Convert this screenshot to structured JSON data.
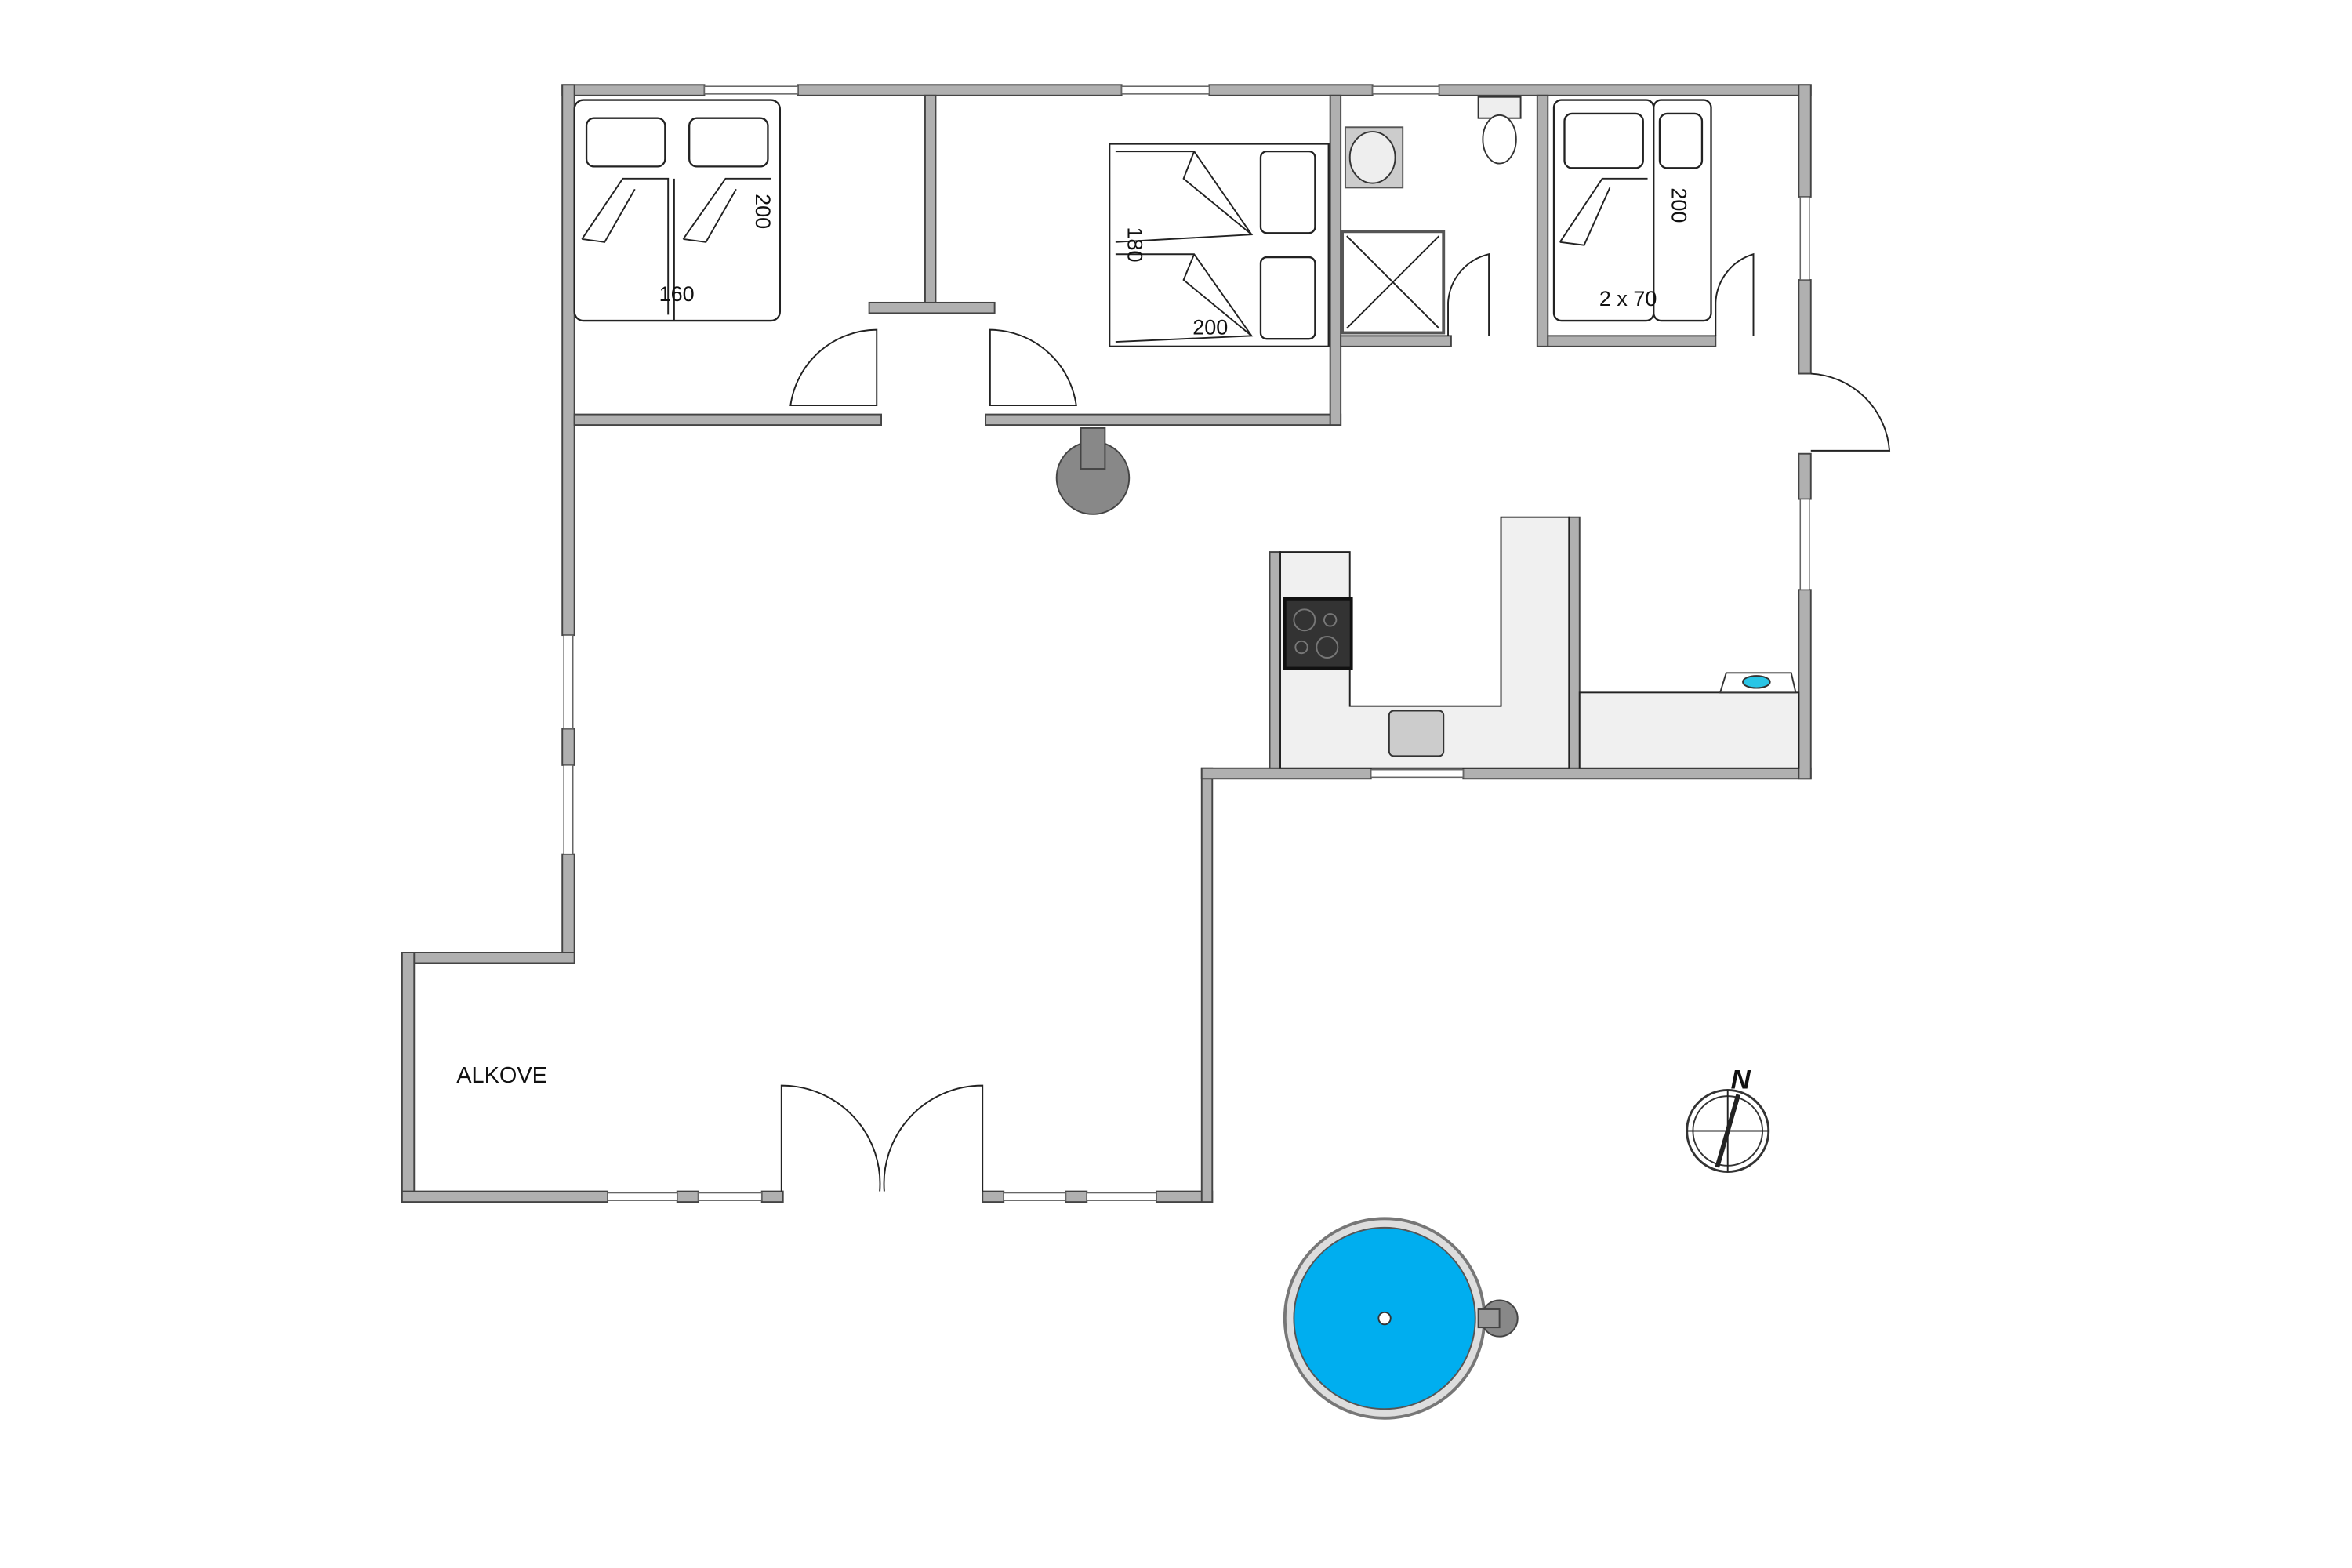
{
  "labels": {
    "bed1_width": "160",
    "bed1_length": "200",
    "bed2_width": "180",
    "bed2_length": "200",
    "bed3_length": "200",
    "bed3_size": "2 x 70",
    "alcove": "ALKOVE",
    "compass_north": "N"
  },
  "colors": {
    "wall": "#b0b0b0",
    "pool": "#00aeef",
    "counter": "#f0f0f0",
    "stove": "#333333"
  }
}
